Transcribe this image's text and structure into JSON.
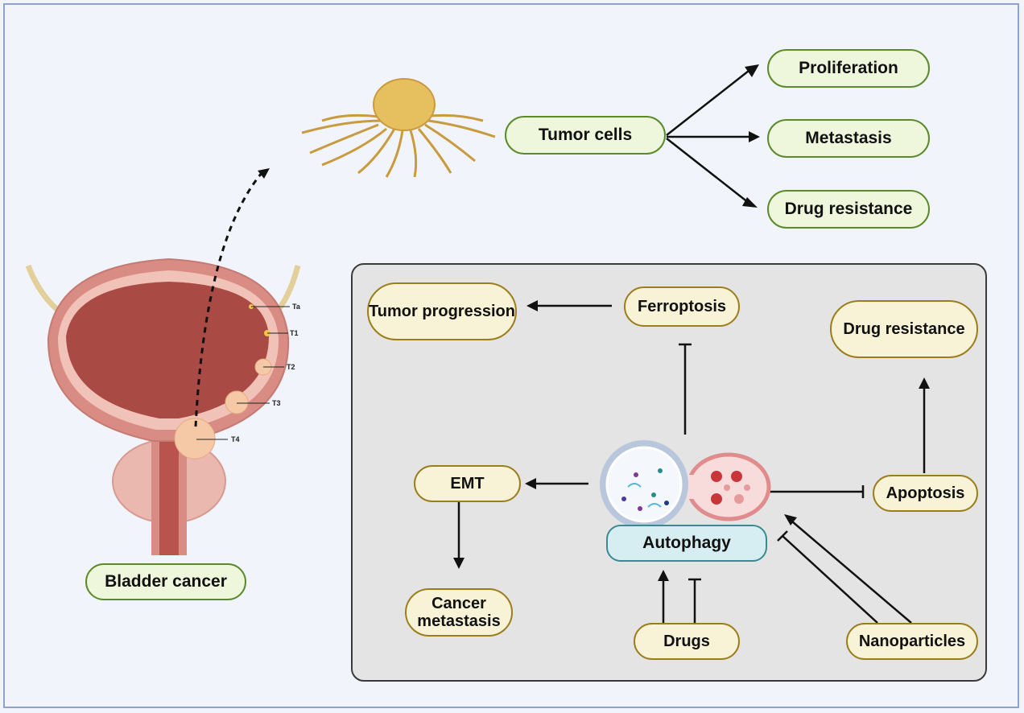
{
  "figure": {
    "bladder": {
      "label": "Bladder cancer",
      "stages": [
        "Ta",
        "T1",
        "T2",
        "T3",
        "T4"
      ]
    },
    "top_flow": {
      "source": "Tumor cells",
      "outcomes": [
        "Proliferation",
        "Metastasis",
        "Drug resistance"
      ]
    },
    "mechanism_panel": {
      "center": "Autophagy",
      "nodes": {
        "tumor_progression": "Tumor progression",
        "ferroptosis": "Ferroptosis",
        "drug_resistance": "Drug resistance",
        "emt": "EMT",
        "cancer_metastasis": "Cancer metastasis",
        "apoptosis": "Apoptosis",
        "drugs": "Drugs",
        "nanoparticles": "Nanoparticles"
      },
      "relations": [
        {
          "from": "Ferroptosis",
          "to": "Tumor progression",
          "type": "promotes"
        },
        {
          "from": "Autophagy",
          "to": "Ferroptosis",
          "type": "inhibits"
        },
        {
          "from": "Autophagy",
          "to": "EMT",
          "type": "promotes"
        },
        {
          "from": "EMT",
          "to": "Cancer metastasis",
          "type": "promotes"
        },
        {
          "from": "Autophagy",
          "to": "Apoptosis",
          "type": "inhibits"
        },
        {
          "from": "Apoptosis",
          "to": "Drug resistance",
          "type": "promotes"
        },
        {
          "from": "Drugs",
          "to": "Autophagy",
          "type": "promotes"
        },
        {
          "from": "Drugs",
          "to": "Autophagy",
          "type": "inhibits"
        },
        {
          "from": "Nanoparticles",
          "to": "Autophagy",
          "type": "promotes"
        },
        {
          "from": "Nanoparticles",
          "to": "Autophagy",
          "type": "inhibits"
        }
      ]
    },
    "colors": {
      "background": "#f1f5fb",
      "frame_border": "#8fa2c8",
      "green_fill": "#eef6dc",
      "green_border": "#5a8a2a",
      "yellow_fill": "#f8f3d6",
      "yellow_border": "#9c7d1e",
      "blue_fill": "#d6edf2",
      "blue_border": "#3a8a92",
      "panel_fill": "#e4e4e4"
    }
  }
}
